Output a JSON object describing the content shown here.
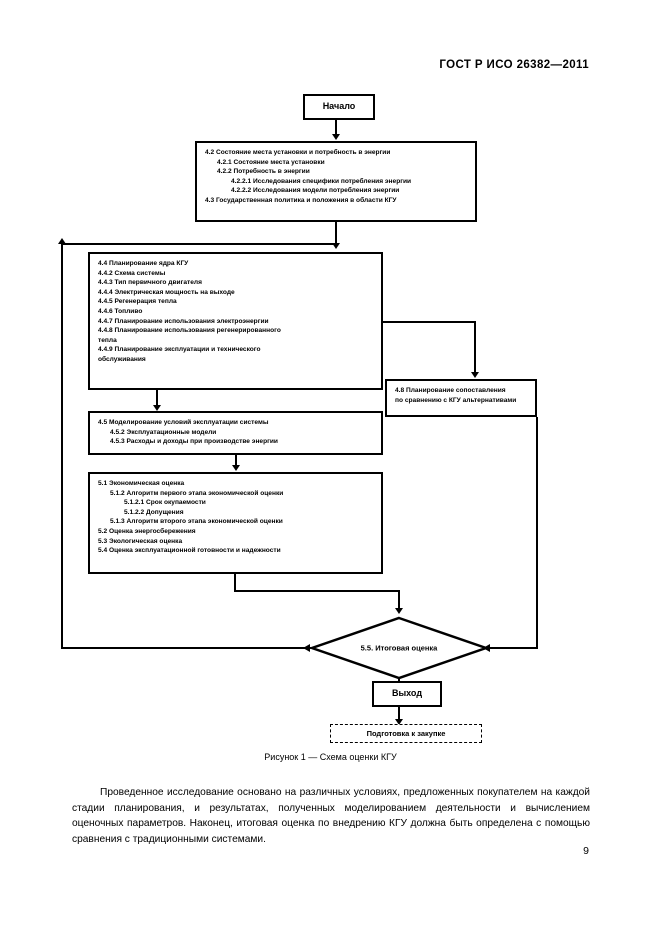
{
  "header": {
    "standard_id": "ГОСТ Р ИСО 26382—2011"
  },
  "flowchart": {
    "start": {
      "label": "Начало"
    },
    "block_42": {
      "lines": [
        "4.2 Состояние места установки и потребность в энергии",
        "4.2.1 Состояние места установки",
        "4.2.2 Потребность в энергии",
        "4.2.2.1 Исследования специфики потребления энергии",
        "4.2.2.2 Исследования модели потребления энергии",
        "4.3 Государственная политика и положения в области КГУ"
      ],
      "indents": [
        0,
        1,
        1,
        2,
        2,
        0
      ]
    },
    "block_44": {
      "lines": [
        "4.4 Планирование ядра КГУ",
        "4.4.2 Схема системы",
        "4.4.3 Тип первичного двигателя",
        "4.4.4 Электрическая мощность на выходе",
        "4.4.5 Регенерация тепла",
        "4.4.6 Топливо",
        "4.4.7 Планирование использования электроэнергии",
        "4.4.8 Планирование использования регенерированного",
        "тепла",
        "4.4.9 Планирование эксплуатации и технического",
        "обслуживания"
      ],
      "indents": [
        0,
        0,
        0,
        0,
        0,
        0,
        0,
        0,
        0,
        0,
        0
      ]
    },
    "block_45": {
      "lines": [
        "4.5 Моделирование условий эксплуатации системы",
        "4.5.2 Эксплуатационные модели",
        "4.5.3 Расходы и доходы при производстве энергии"
      ],
      "indents": [
        0,
        1,
        1
      ]
    },
    "block_48": {
      "lines": [
        "4.8 Планирование сопоставления",
        "по сравнению с КГУ альтернативами"
      ],
      "indents": [
        0,
        0
      ]
    },
    "block_51": {
      "lines": [
        "5.1 Экономическая оценка",
        "5.1.2 Алгоритм первого этапа экономической оценки",
        "5.1.2.1 Срок окупаемости",
        "5.1.2.2 Допущения",
        "5.1.3 Алгоритм второго этапа экономической оценки",
        "5.2 Оценка энергосбережения",
        "5.3 Экологическая оценка",
        "5.4 Оценка эксплуатационной готовности и надежности"
      ],
      "indents": [
        0,
        1,
        2,
        2,
        1,
        0,
        0,
        0
      ]
    },
    "decision": {
      "label": "5.5. Итоговая оценка"
    },
    "end": {
      "label": "Выход"
    },
    "purchase": {
      "label": "Подготовка к закупке"
    }
  },
  "figure_caption": "Рисунок 1 — Схема оценки КГУ",
  "body_paragraph": "Проведенное исследование основано на различных условиях, предложенных покупателем на каждой стадии планирования, и результатах, полученных моделированием деятельности и вычислением оценочных параметров. Наконец, итоговая оценка по внедрению КГУ должна быть определена с помощью сравнения с традиционными системами.",
  "page_number": "9"
}
